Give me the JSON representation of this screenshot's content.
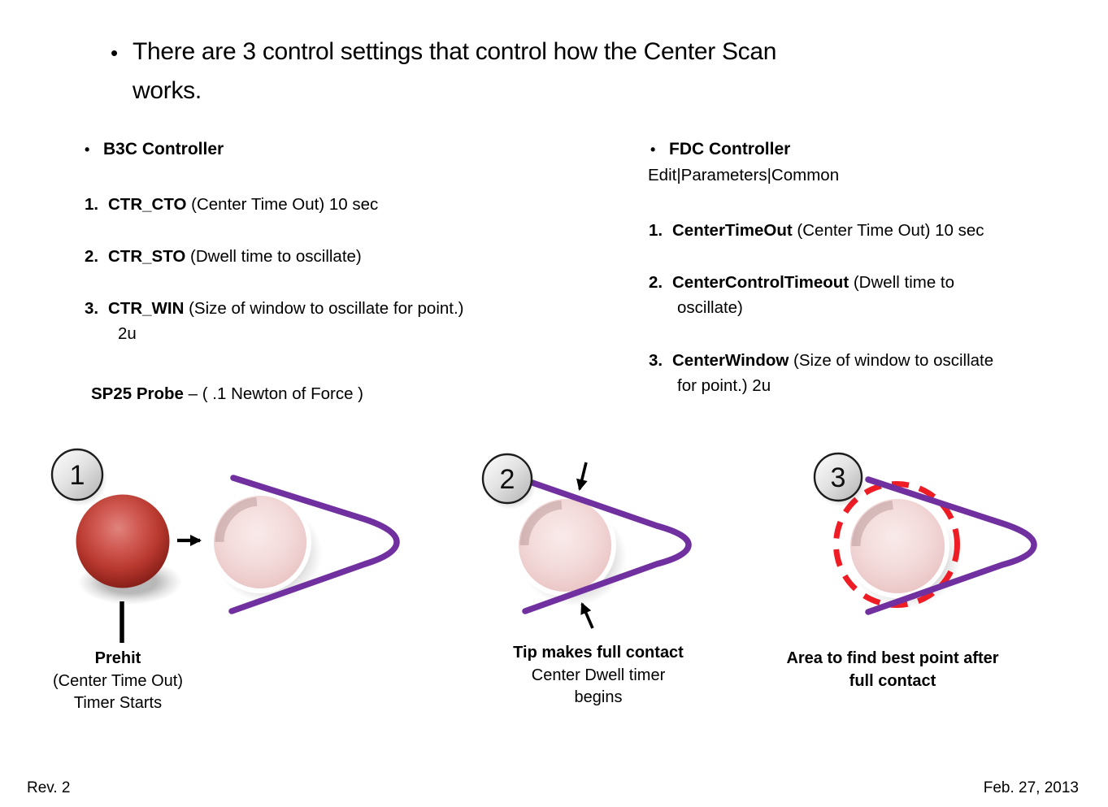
{
  "title": {
    "bullet": "•",
    "line1": "There are 3 control settings that control how the Center Scan",
    "line2": "works."
  },
  "b3c": {
    "bullet": "•",
    "heading": "B3C Controller",
    "items": [
      {
        "num": "1.",
        "term": "CTR_CTO",
        "desc": "(Center Time Out) 10 sec"
      },
      {
        "num": "2.",
        "term": "CTR_STO",
        "desc": "(Dwell time to oscillate)"
      },
      {
        "num": "3.",
        "term": "CTR_WIN",
        "desc": "(Size of window to oscillate for point.)",
        "desc2": "2u"
      }
    ],
    "probe_term": "SP25 Probe",
    "probe_desc": "– ( .1 Newton of Force )"
  },
  "fdc": {
    "bullet": "•",
    "heading": "FDC Controller",
    "menu_path": "Edit|Parameters|Common",
    "items": [
      {
        "num": "1.",
        "term": "CenterTimeOut",
        "desc": "(Center Time Out) 10 sec"
      },
      {
        "num": "2.",
        "term": "CenterControlTimeout",
        "desc": "(Dwell time to",
        "desc2": "oscillate)"
      },
      {
        "num": "3.",
        "term": "CenterWindow",
        "desc": "(Size of window to oscillate",
        "desc2": "for point.) 2u"
      }
    ]
  },
  "diagrams": {
    "step1": {
      "badge": "1",
      "caption_title": "Prehit",
      "caption_line2": "(Center Time Out)",
      "caption_line3": "Timer Starts"
    },
    "step2": {
      "badge": "2",
      "caption_title": "Tip makes full contact",
      "caption_line2": "Center Dwell timer",
      "caption_line3": "begins"
    },
    "step3": {
      "badge": "3",
      "caption_title": "Area to find best point after",
      "caption_line2": "full contact"
    }
  },
  "footer": {
    "revision": "Rev. 2",
    "date": "Feb. 27, 2013"
  },
  "colors": {
    "probe_outline_purple": "#7030A0",
    "search_window_red": "#EE1C25",
    "sphere_red": "#C0392B",
    "sphere_pink": "#F0CECE",
    "badge_fill": "#DADADA"
  }
}
